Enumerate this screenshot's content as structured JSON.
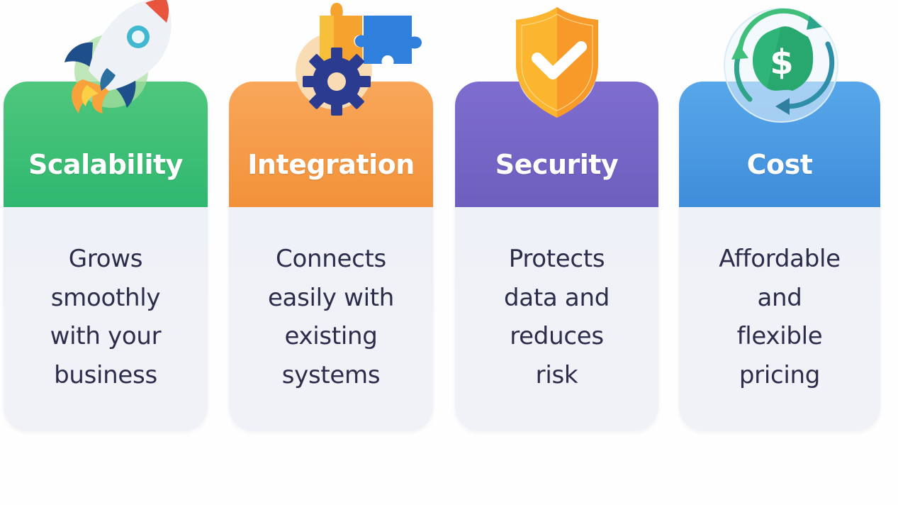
{
  "cards": [
    {
      "title": "Scalability",
      "description": "Grows\nsmoothly\nwith your\nbusiness",
      "icon": "rocket-icon",
      "header_color_top": "#4cc57a",
      "header_color_bottom": "#2fb870"
    },
    {
      "title": "Integration",
      "description": "Connects\neasily with\nexisting\nsystems",
      "icon": "puzzle-gear-icon",
      "header_color_top": "#f8a454",
      "header_color_bottom": "#f2923a"
    },
    {
      "title": "Security",
      "description": "Protects\ndata and\nreduces\nrisk",
      "icon": "shield-check-icon",
      "header_color_top": "#7b6bcc",
      "header_color_bottom": "#6f5fc0"
    },
    {
      "title": "Cost",
      "description": "Affordable\nand\nflexible\npricing",
      "icon": "dollar-cycle-icon",
      "header_color_top": "#55a4e8",
      "header_color_bottom": "#3f8ddb"
    }
  ],
  "colors": {
    "text_dark": "#2c2d4a",
    "body_bg": "#eef1f7",
    "page_bg": "#fefefe"
  }
}
